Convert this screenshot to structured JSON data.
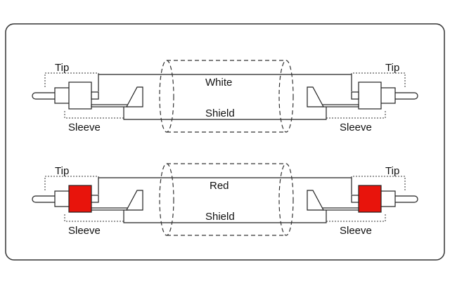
{
  "frame": {
    "border_color": "#333333"
  },
  "cables": [
    {
      "id": "top",
      "conductor_label": "White",
      "shield_label": "Shield",
      "plug_body_color": "#ffffff",
      "left": {
        "tip_label": "Tip",
        "sleeve_label": "Sleeve"
      },
      "right": {
        "tip_label": "Tip",
        "sleeve_label": "Sleeve"
      }
    },
    {
      "id": "bottom",
      "conductor_label": "Red",
      "shield_label": "Shield",
      "plug_body_color": "#e8140c",
      "left": {
        "tip_label": "Tip",
        "sleeve_label": "Sleeve"
      },
      "right": {
        "tip_label": "Tip",
        "sleeve_label": "Sleeve"
      }
    }
  ]
}
